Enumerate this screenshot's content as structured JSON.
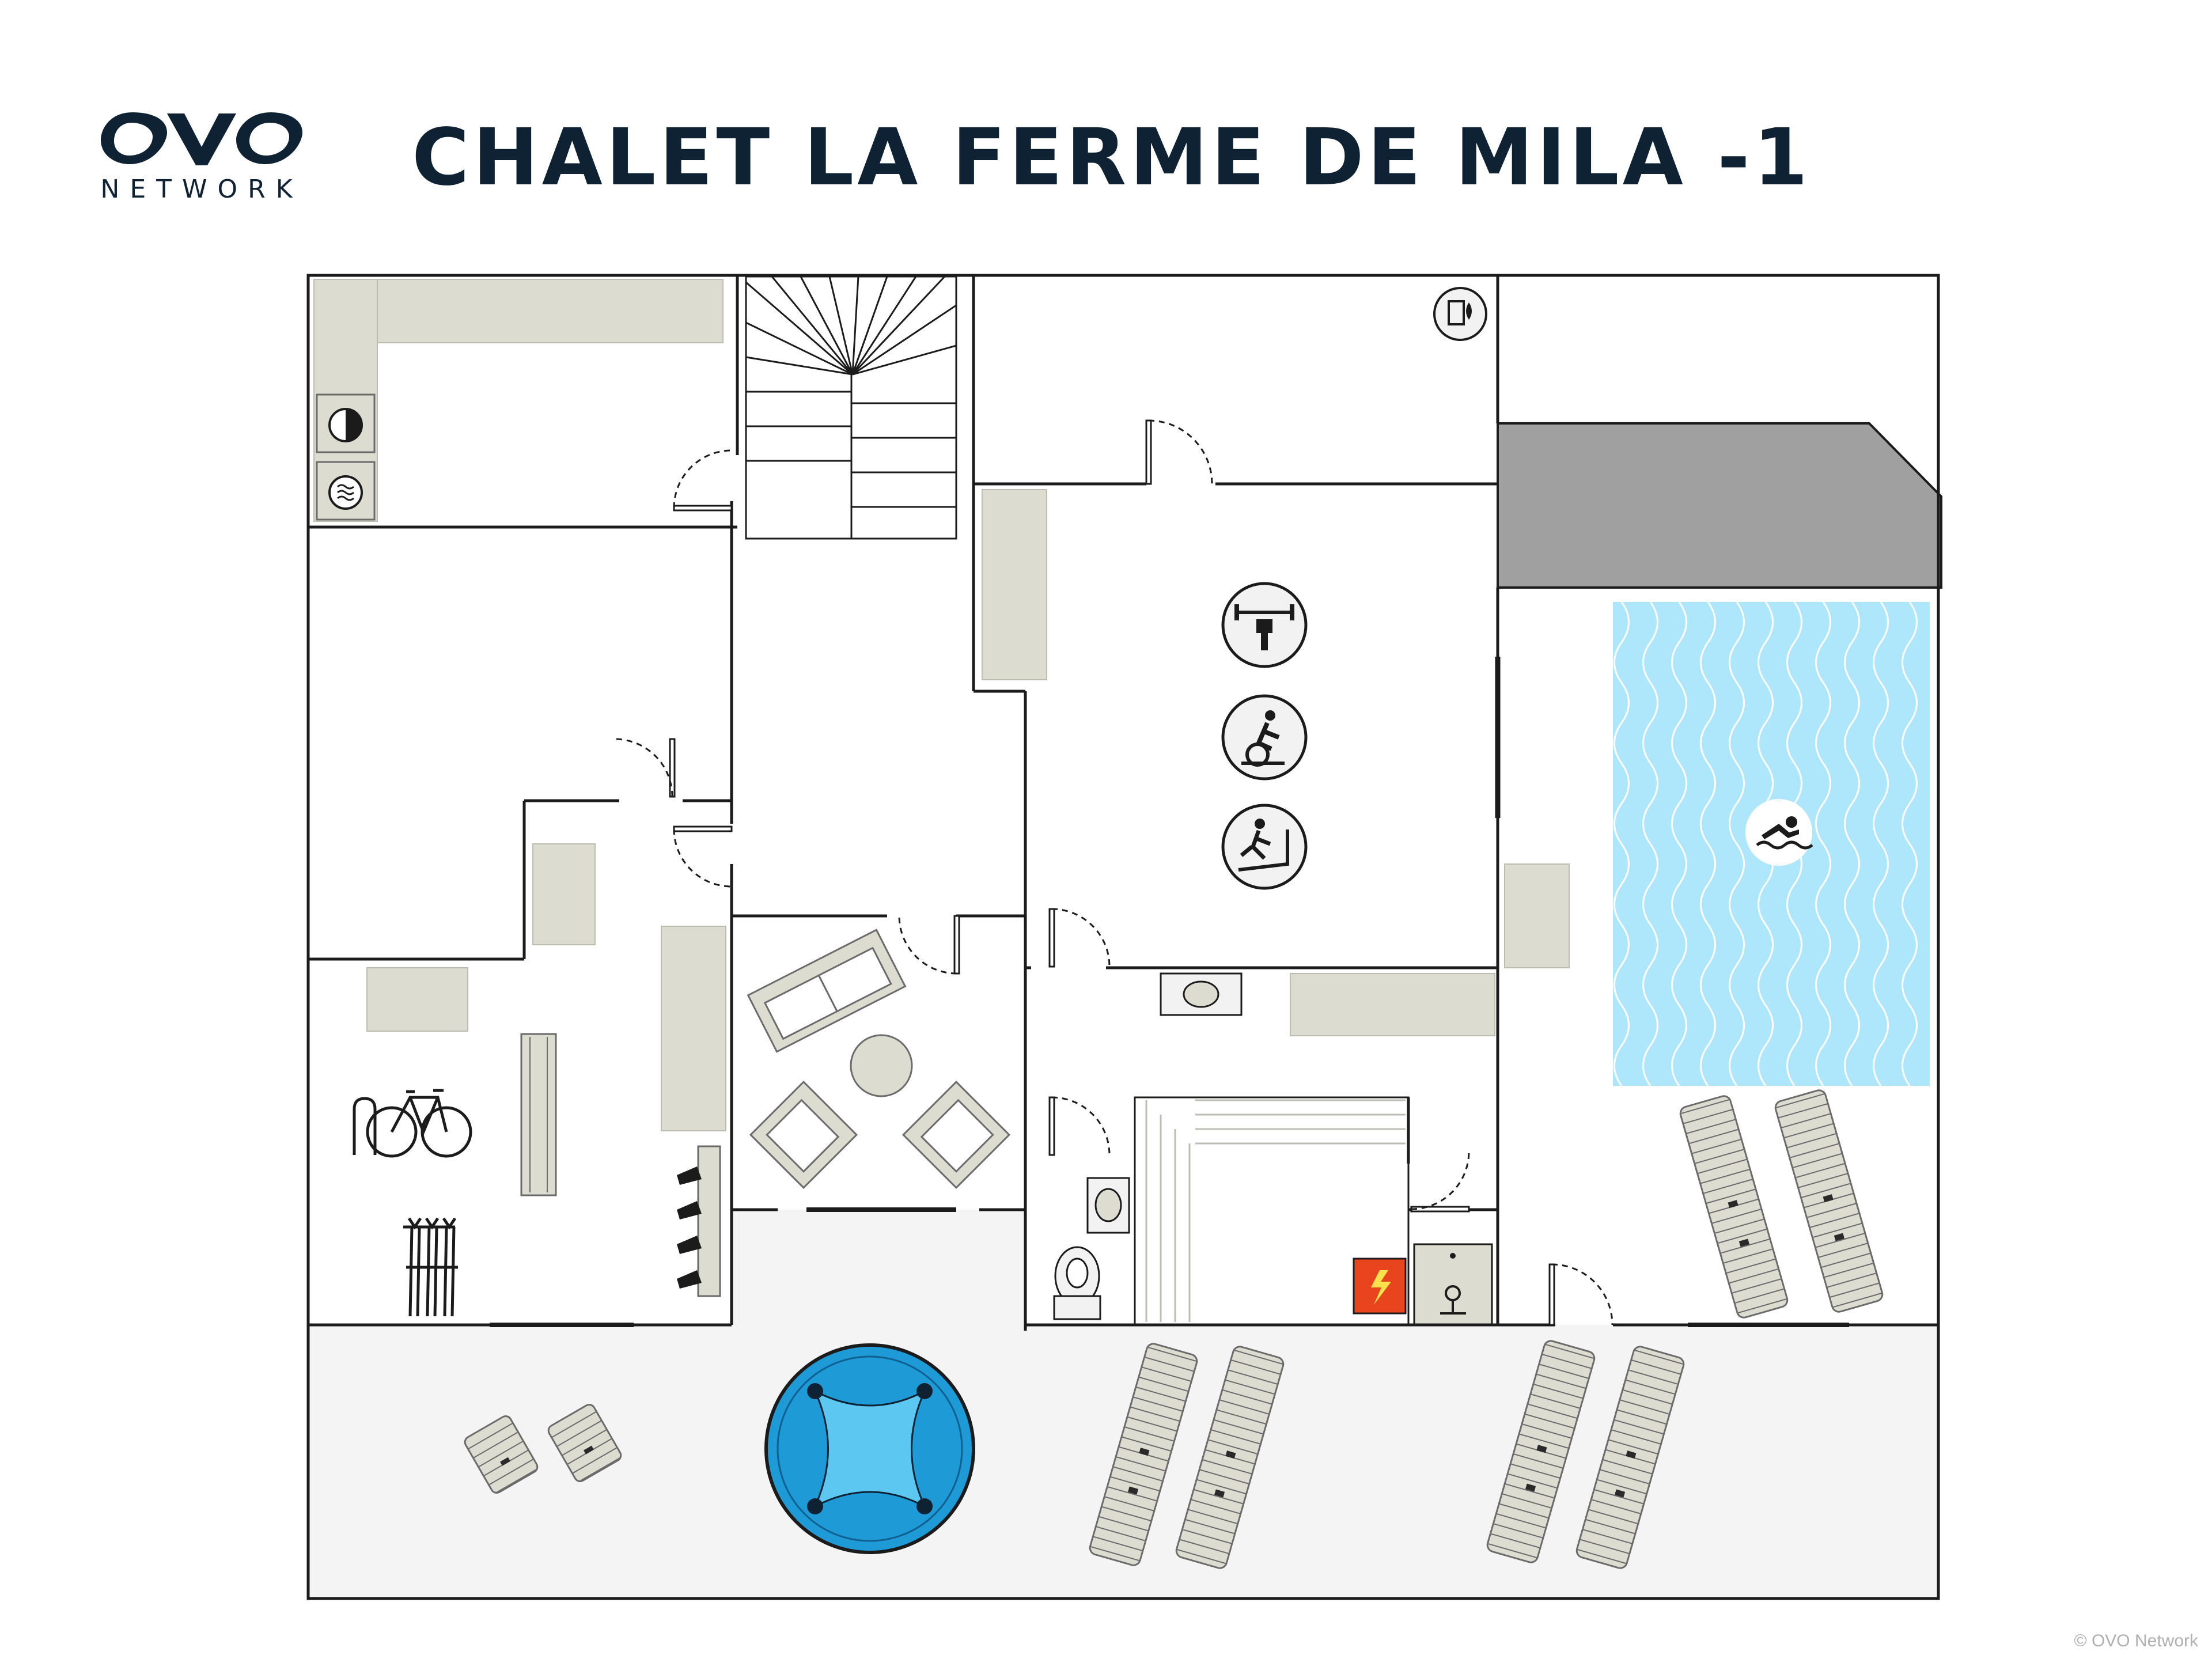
{
  "brand": {
    "logo_letters": "OVO",
    "logo_subtitle": "NETWORK"
  },
  "header": {
    "title": "CHALET LA FERME DE MILA -1"
  },
  "footer": {
    "copyright": "© OVO Network"
  },
  "colors": {
    "wall": "#1b1b1b",
    "furniture": "#dddcd1",
    "pool_water": "#aee6fb",
    "pool_waves": "#ffffff",
    "roof": "#a0a0a0",
    "terrace": "#f4f4f4",
    "spa_water": "#1e9ad6",
    "icon_badge": "#f2f2f2",
    "electrical": "#e8451f",
    "brand_text": "#0f2233"
  },
  "icons": [
    "washing-machine-icon",
    "dryer-icon",
    "boiler-icon",
    "weight-bench-icon",
    "exercise-bike-icon",
    "treadmill-icon",
    "swimmer-icon",
    "bicycle-icon",
    "ski-rack-icon",
    "ski-boots-rack-icon",
    "electrical-panel-icon",
    "water-heater-icon",
    "toilet-icon",
    "sink-icon",
    "hot-tub-icon",
    "sun-lounger-icon",
    "sofa-icon",
    "armchair-icon",
    "coffee-table-icon",
    "sauna-icon",
    "staircase-icon"
  ]
}
